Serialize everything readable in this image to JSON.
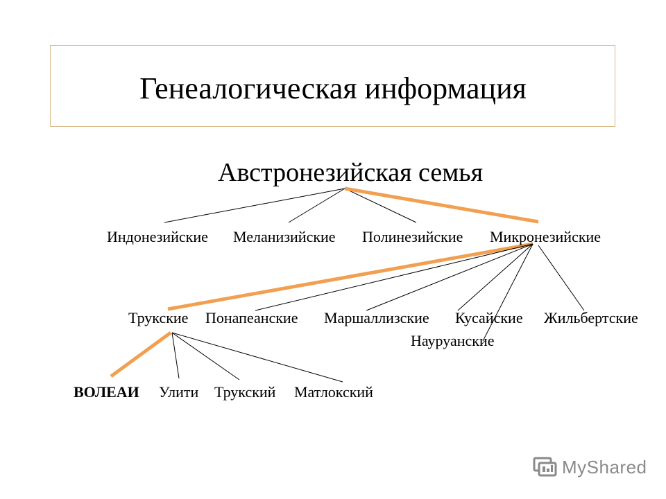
{
  "slide": {
    "title": "Генеалогическая информация",
    "root": "Австронезийская семья",
    "level1": [
      "Индонезийские",
      "Меланизийские",
      "Полинезийские",
      "Микронезийские"
    ],
    "level2": [
      "Трукские",
      "Понапеанские",
      "Маршаллизские",
      "Кусайские",
      "Жильбертские",
      "Науруанские"
    ],
    "level3": [
      "ВОЛЕАИ",
      "Улити",
      "Трукский",
      "Матлокский"
    ],
    "highlight_color": "#f0a050",
    "line_color": "#000000"
  },
  "watermark": {
    "text": "MyShared"
  }
}
